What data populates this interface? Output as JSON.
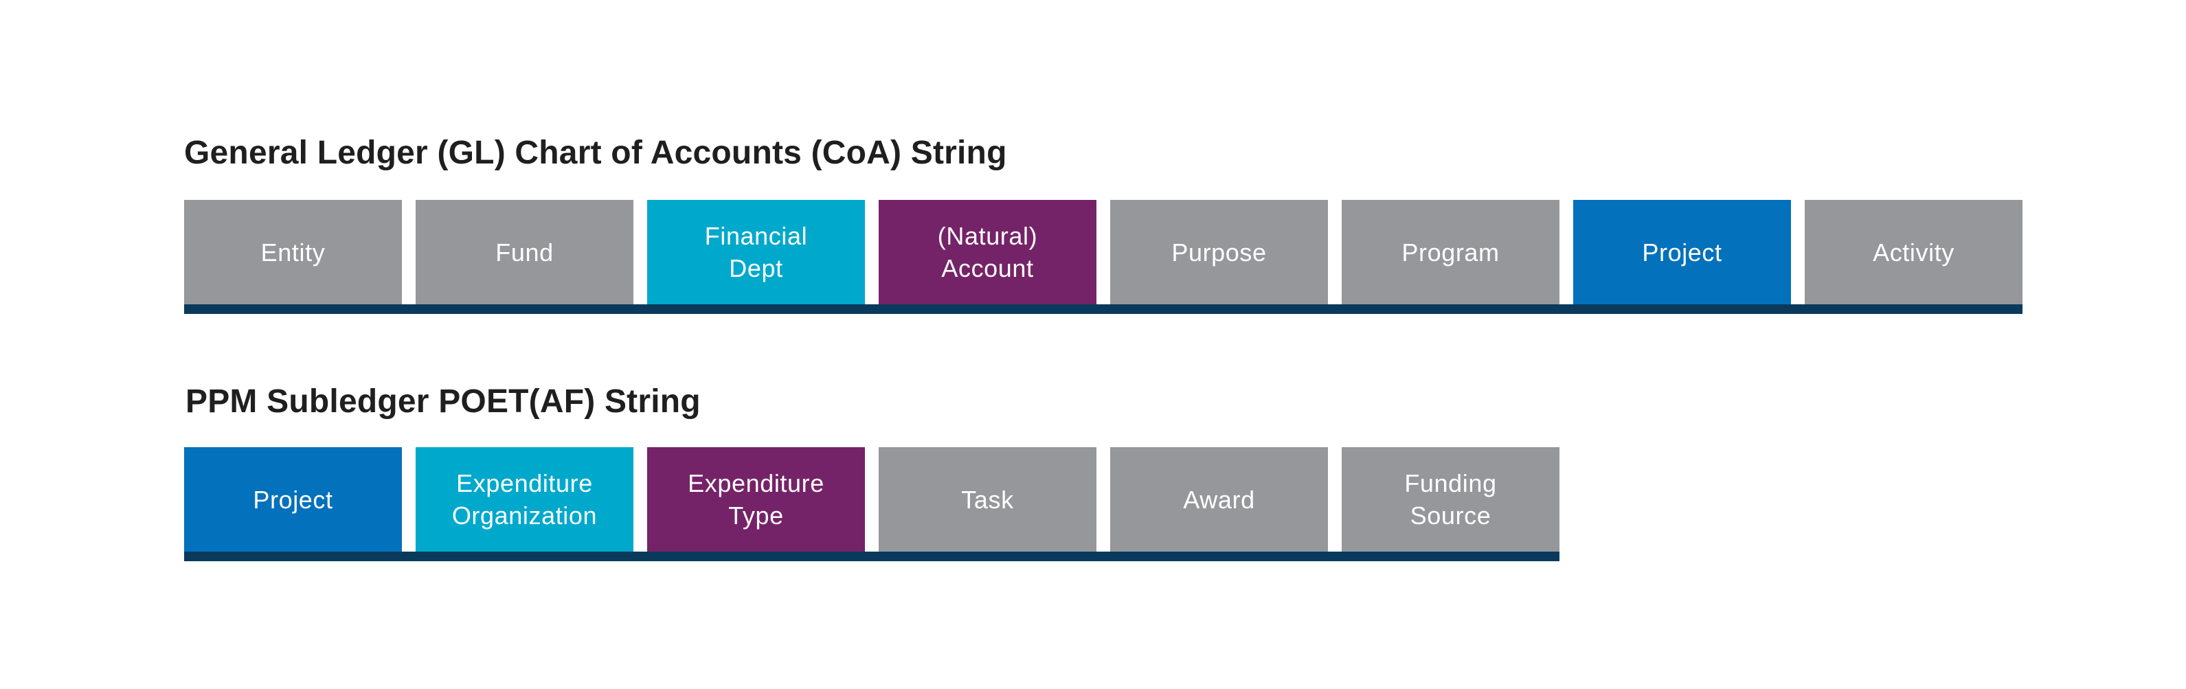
{
  "background_color": "#FFFFFF",
  "colors": {
    "gray": "#96979A",
    "teal": "#00A9CB",
    "purple": "#752368",
    "blue": "#0371BB",
    "bar_navy": "#093A5C",
    "title_text": "#1F1F20",
    "segment_text": "#FFFFFF"
  },
  "sections": [
    {
      "id": "gl",
      "title": "General Ledger (GL) Chart of Accounts (CoA) String",
      "segments": [
        {
          "label": "Entity",
          "color": "gray"
        },
        {
          "label": "Fund",
          "color": "gray"
        },
        {
          "label": "Financial\nDept",
          "color": "teal"
        },
        {
          "label": "(Natural)\nAccount",
          "color": "purple"
        },
        {
          "label": "Purpose",
          "color": "gray"
        },
        {
          "label": "Program",
          "color": "gray"
        },
        {
          "label": "Project",
          "color": "blue"
        },
        {
          "label": "Activity",
          "color": "gray"
        }
      ]
    },
    {
      "id": "ppm",
      "title": "PPM Subledger POET(AF) String",
      "segments": [
        {
          "label": "Project",
          "color": "blue"
        },
        {
          "label": "Expenditure\nOrganization",
          "color": "teal"
        },
        {
          "label": "Expenditure\nType",
          "color": "purple"
        },
        {
          "label": "Task",
          "color": "gray"
        },
        {
          "label": "Award",
          "color": "gray"
        },
        {
          "label": "Funding\nSource",
          "color": "gray"
        }
      ]
    }
  ]
}
